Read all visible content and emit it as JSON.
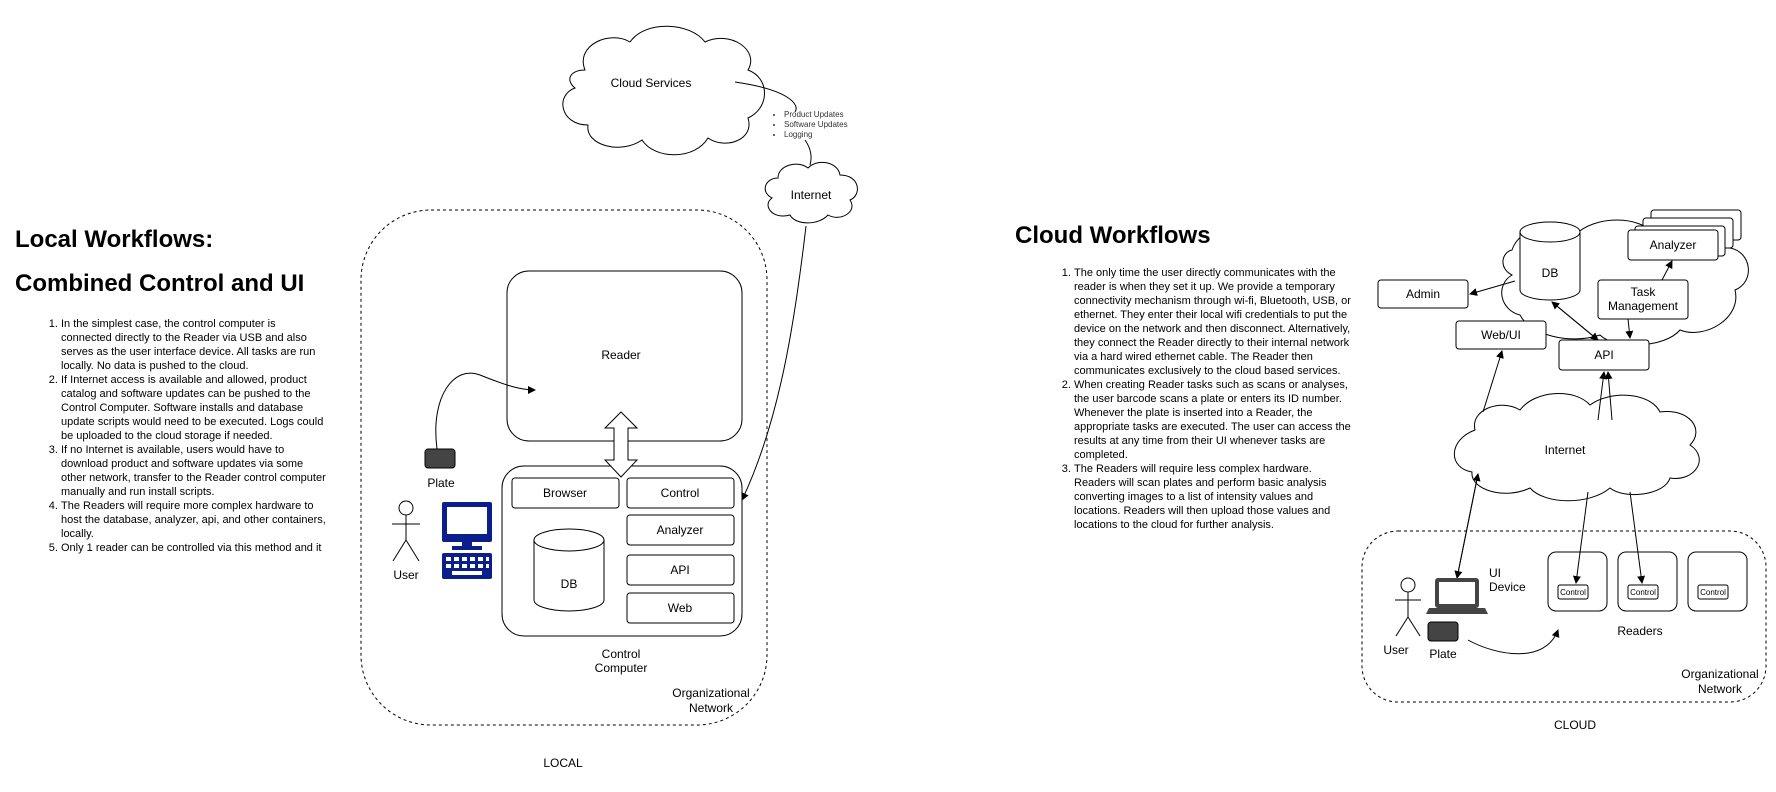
{
  "local": {
    "title1": "Local Workflows:",
    "title2": "Combined Control and UI",
    "steps": [
      "In the simplest case, the control computer is connected directly to the Reader via USB and also serves as the user interface device.  All tasks are run locally.  No data is pushed to the cloud.",
      "If Internet access is available and allowed, product catalog and software updates can be pushed to the Control Computer.  Software installs and database update scripts would need to be executed.  Logs could be uploaded to the cloud storage if needed.",
      "If no Internet is available, users would have to download product and software updates via some other network, transfer to the Reader control computer manually and run install scripts.",
      "The Readers will require more complex hardware to host the database, analyzer, api, and other containers, locally.",
      "Only 1 reader can be controlled via this method and it"
    ],
    "cloud_services": "Cloud Services",
    "cloud_bullets": [
      "Product Updates",
      "Software Updates",
      "Logging"
    ],
    "internet": "Internet",
    "reader": "Reader",
    "plate": "Plate",
    "user": "User",
    "browser": "Browser",
    "control": "Control",
    "analyzer": "Analyzer",
    "db": "DB",
    "api": "API",
    "web": "Web",
    "control_computer": [
      "Control",
      "Computer"
    ],
    "org_network": [
      "Organizational",
      "Network"
    ],
    "caption": "LOCAL"
  },
  "cloud": {
    "title": "Cloud Workflows",
    "steps": [
      "The only time the user directly communicates with the reader is when they set it up.  We provide a temporary connectivity mechanism through wi-fi, Bluetooth, USB, or ethernet.  They enter their local wifi credentials to put the device on the network and then disconnect. Alternatively, they connect the Reader directly to their internal network via a hard wired ethernet cable.  The Reader then communicates exclusively to the cloud based services.",
      "When creating Reader tasks such as scans or analyses, the user barcode scans a plate or enters its ID number.  Whenever the plate is inserted into a Reader, the appropriate tasks are executed.  The user can access the results at any time from their UI whenever tasks are completed.",
      "The Readers will require less complex hardware.  Readers will scan plates and perform basic analysis converting images to a list of intensity values and locations.  Readers will then upload those values and locations to the cloud for further analysis."
    ],
    "db": "DB",
    "admin": "Admin",
    "analyzer": "Analyzer",
    "task_management": [
      "Task",
      "Management"
    ],
    "webui": "Web/UI",
    "api": "API",
    "internet": "Internet",
    "ui_device": [
      "UI",
      "Device"
    ],
    "user": "User",
    "plate": "Plate",
    "control": "Control",
    "readers": "Readers",
    "org_network": [
      "Organizational",
      "Network"
    ],
    "caption": "CLOUD"
  }
}
